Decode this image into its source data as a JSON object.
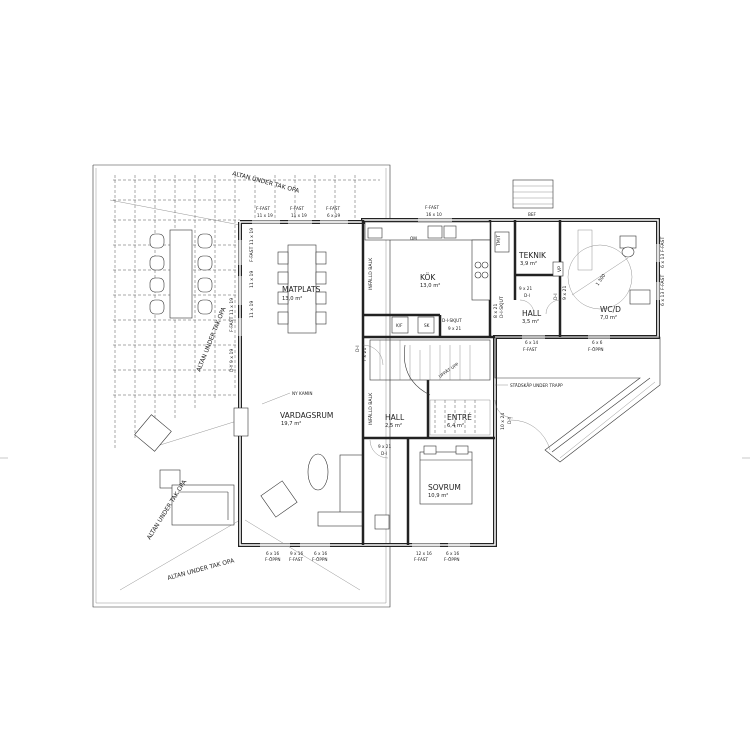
{
  "rooms": {
    "matplats": {
      "name": "MATPLATS",
      "area": "13,0 m²"
    },
    "vardagsrum": {
      "name": "VARDAGSRUM",
      "area": "19,7 m²"
    },
    "kok": {
      "name": "KÖK",
      "area": "13,0 m²"
    },
    "teknik": {
      "name": "TEKNIK",
      "area": "3,9 m²"
    },
    "hall_upper": {
      "name": "HALL",
      "area": "3,5 m²"
    },
    "wcd": {
      "name": "WC/D",
      "area": "7,0 m²"
    },
    "hall_lower": {
      "name": "HALL",
      "area": "2,5 m²"
    },
    "entre": {
      "name": "ENTRÉ",
      "area": "6,4 m²"
    },
    "sovrum": {
      "name": "SOVRUM",
      "area": "10,9 m²"
    }
  },
  "labels": {
    "altan_top": "ALTAN UNDER TAK OPA",
    "altan_left": "ALTAN UNDER TAK OPA",
    "altan_lower": "ALTAN UNDER TAK OPA",
    "altan_bottom": "ALTAN UNDER TAK OPA",
    "ny_kamin": "NY KAMIN",
    "stadskap": "STÄDSKÅP UNDER TRAPP",
    "uppat": "UPPÅT UPP",
    "infalld_balk_1": "INFÄLLD BALK",
    "infalld_balk_2": "INFÄLLD BALK",
    "bef": "BEF",
    "om": "OM",
    "kf": "K/F",
    "sk": "SK",
    "tm": "TM/T",
    "vp": "VP",
    "radius": "1 300"
  },
  "dims": {
    "top1": {
      "type": "F-FAST",
      "size": "11 x 19"
    },
    "top2": {
      "type": "F-FAST",
      "size": "11 x 19"
    },
    "top3": {
      "type": "F-FAST",
      "size": "6 x 19"
    },
    "top4": {
      "type": "F-FAST",
      "size": "16 x 10"
    },
    "left1": "F-FAST 11 x 19",
    "left2": "11 x 19",
    "left3": "11 x 19",
    "left4": "F-FAST 11 x 19",
    "left5": "D-Y 9 x 19",
    "right1": "6 x 13 F-FAST",
    "right2": "6 x 13 F-FAST",
    "bot1": {
      "size": "6 x 16",
      "type": "F-ÖPPN"
    },
    "bot2": {
      "size": "9 x 16",
      "type": "F-FAST"
    },
    "bot3": {
      "size": "6 x 16",
      "type": "F-ÖPPN"
    },
    "bot4": {
      "size": "12 x 16",
      "type": "F-FAST"
    },
    "bot5": {
      "size": "6 x 16",
      "type": "F-ÖPPN"
    },
    "hall_bot1": {
      "size": "6 x 14",
      "type": "F-FAST"
    },
    "hall_bot2": {
      "size": "6 x 6",
      "type": "F-ÖPPN"
    },
    "d_hall": {
      "size": "9 x 21",
      "type": "D-I"
    },
    "d_skjut": {
      "size": "8 x 21",
      "type": "D-I-SKJUT"
    },
    "d_wc": {
      "size": "9 x 21",
      "type": "D-I"
    },
    "d_kf": {
      "size": "9 x 21",
      "type": "D-I-SKJUT"
    },
    "d_hall2": {
      "size": "9 x 21",
      "type": "D-I"
    },
    "d_entre": {
      "size": "10 x 24",
      "type": "D-Y"
    },
    "d_small": {
      "size": "7 x 21",
      "type": "D-I"
    }
  }
}
